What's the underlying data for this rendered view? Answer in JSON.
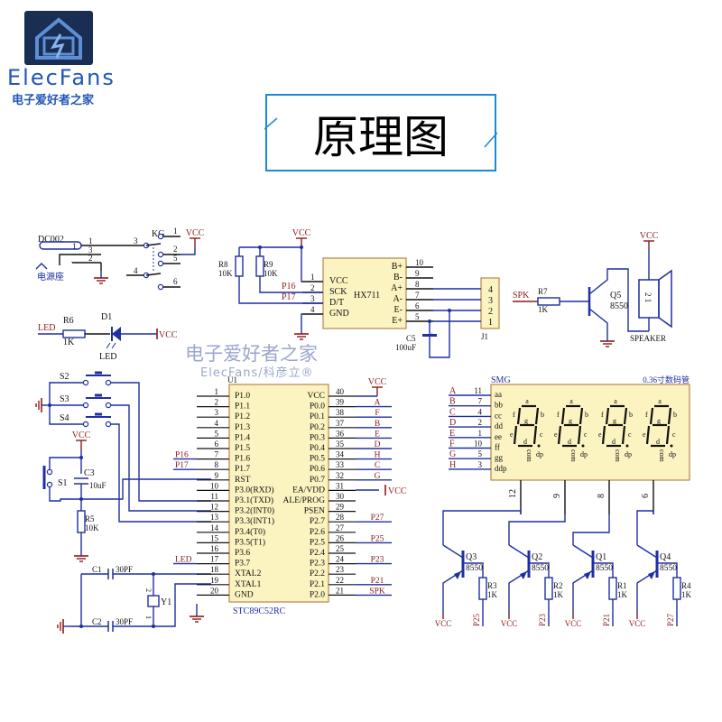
{
  "logo": {
    "brand": "ElecFans",
    "subtitle": "电子爱好者之家"
  },
  "title": "原理图",
  "watermark": {
    "line1": "电子爱好者之家",
    "line2": "ElecFans/科彦立®"
  },
  "colors": {
    "wire": "#1f2f9f",
    "net_label": "#8b1a1a",
    "chip_fill": "#fbf3c0",
    "chip_border": "#b8864a",
    "text": "#111111",
    "brand": "#2256b8"
  },
  "power": {
    "jack": {
      "ref": "DC002",
      "label": "电源座",
      "pins": [
        "1",
        "3",
        "2"
      ]
    },
    "switch": {
      "ref": "KG",
      "pins": [
        "1",
        "2",
        "3",
        "4",
        "5",
        "6"
      ]
    },
    "led": {
      "net": "LED",
      "r_ref": "R6",
      "r_val": "1K",
      "d_ref": "D1",
      "d_label": "LED"
    }
  },
  "hx711": {
    "ref": "HX711",
    "vcc": "VCC",
    "left_pins": [
      {
        "num": "1",
        "name": "VCC"
      },
      {
        "num": "2",
        "name": "SCK"
      },
      {
        "num": "3",
        "name": "D/T"
      },
      {
        "num": "4",
        "name": "GND"
      }
    ],
    "right_pins": [
      {
        "num": "10",
        "name": "B+"
      },
      {
        "num": "9",
        "name": "B-"
      },
      {
        "num": "8",
        "name": "A+"
      },
      {
        "num": "7",
        "name": "A-"
      },
      {
        "num": "6",
        "name": "E-"
      },
      {
        "num": "5",
        "name": "E+"
      }
    ],
    "r8": {
      "ref": "R8",
      "val": "10K"
    },
    "r9": {
      "ref": "R9",
      "val": "10K"
    },
    "nets": [
      "P16",
      "P17"
    ],
    "c5": {
      "ref": "C5",
      "val": "100uF"
    },
    "j1": {
      "ref": "J1",
      "pins": [
        "4",
        "3",
        "2",
        "1"
      ]
    }
  },
  "speaker": {
    "net": "SPK",
    "r_ref": "R7",
    "r_val": "1K",
    "q_ref": "Q5",
    "q_val": "8550",
    "vcc": "VCC",
    "label": "SPEAKER",
    "pins": [
      "1",
      "2"
    ]
  },
  "buttons": {
    "s2": "S2",
    "s3": "S3",
    "s4": "S4",
    "s1": "S1",
    "vcc": "VCC",
    "c3_ref": "C3",
    "c3_val": "10uF",
    "r5_ref": "R5",
    "r5_val": "10K"
  },
  "crystal": {
    "c1_ref": "C1",
    "c1_val": "30PF",
    "c2_ref": "C2",
    "c2_val": "30PF",
    "y_ref": "Y1",
    "pins": [
      "2",
      "1"
    ]
  },
  "mcu": {
    "ref": "U1",
    "part": "STC89C52RC",
    "left": [
      {
        "num": "1",
        "name": "P1.0",
        "net": ""
      },
      {
        "num": "2",
        "name": "P1.1",
        "net": ""
      },
      {
        "num": "3",
        "name": "P1.2",
        "net": ""
      },
      {
        "num": "4",
        "name": "P1.3",
        "net": ""
      },
      {
        "num": "5",
        "name": "P1.4",
        "net": ""
      },
      {
        "num": "6",
        "name": "P1.5",
        "net": ""
      },
      {
        "num": "7",
        "name": "P1.6",
        "net": "P16"
      },
      {
        "num": "8",
        "name": "P1.7",
        "net": "P17"
      },
      {
        "num": "9",
        "name": "RST",
        "net": ""
      },
      {
        "num": "10",
        "name": "P3.0(RXD)",
        "net": ""
      },
      {
        "num": "11",
        "name": "P3.1(TXD)",
        "net": ""
      },
      {
        "num": "12",
        "name": "P3.2(INT0)",
        "net": ""
      },
      {
        "num": "13",
        "name": "P3.3(INT1)",
        "net": ""
      },
      {
        "num": "14",
        "name": "P3.4(T0)",
        "net": ""
      },
      {
        "num": "15",
        "name": "P3.5(T1)",
        "net": ""
      },
      {
        "num": "16",
        "name": "P3.6",
        "net": ""
      },
      {
        "num": "17",
        "name": "P3.7",
        "net": "LED"
      },
      {
        "num": "18",
        "name": "XTAL2",
        "net": ""
      },
      {
        "num": "19",
        "name": "XTAL1",
        "net": ""
      },
      {
        "num": "20",
        "name": "GND",
        "net": ""
      }
    ],
    "right": [
      {
        "num": "40",
        "name": "VCC",
        "net": "VCC"
      },
      {
        "num": "39",
        "name": "P0.0",
        "net": "A"
      },
      {
        "num": "38",
        "name": "P0.1",
        "net": "F"
      },
      {
        "num": "37",
        "name": "P0.2",
        "net": "B"
      },
      {
        "num": "36",
        "name": "P0.3",
        "net": "E"
      },
      {
        "num": "35",
        "name": "P0.4",
        "net": "D"
      },
      {
        "num": "34",
        "name": "P0.5",
        "net": "H"
      },
      {
        "num": "33",
        "name": "P0.6",
        "net": "C"
      },
      {
        "num": "32",
        "name": "P0.7",
        "net": "G"
      },
      {
        "num": "31",
        "name": "EA/VDD",
        "net": "VCC"
      },
      {
        "num": "30",
        "name": "ALE/PROG",
        "net": ""
      },
      {
        "num": "29",
        "name": "PSEN",
        "net": ""
      },
      {
        "num": "28",
        "name": "P2.7",
        "net": "P27"
      },
      {
        "num": "27",
        "name": "P2.6",
        "net": ""
      },
      {
        "num": "26",
        "name": "P2.5",
        "net": "P25"
      },
      {
        "num": "25",
        "name": "P2.4",
        "net": ""
      },
      {
        "num": "24",
        "name": "P2.3",
        "net": "P23"
      },
      {
        "num": "23",
        "name": "P2.2",
        "net": ""
      },
      {
        "num": "22",
        "name": "P2.1",
        "net": "P21"
      },
      {
        "num": "21",
        "name": "P2.0",
        "net": "SPK"
      }
    ]
  },
  "display": {
    "ref": "SMG",
    "desc": "0.36寸数码管",
    "inputs": [
      {
        "net": "A",
        "num": "11",
        "seg": "a"
      },
      {
        "net": "B",
        "num": "7",
        "seg": "b"
      },
      {
        "net": "C",
        "num": "4",
        "seg": "c"
      },
      {
        "net": "D",
        "num": "2",
        "seg": "d"
      },
      {
        "net": "E",
        "num": "1",
        "seg": "e"
      },
      {
        "net": "F",
        "num": "10",
        "seg": "f"
      },
      {
        "net": "G",
        "num": "5",
        "seg": "g"
      },
      {
        "net": "H",
        "num": "3",
        "seg": "dp"
      }
    ],
    "digit_labels": {
      "a": "a",
      "b": "b",
      "c": "c",
      "d": "d",
      "e": "e",
      "f": "f",
      "g": "g",
      "dp": "dp",
      "com": "com"
    },
    "com_pins": [
      "12",
      "9",
      "8",
      "6"
    ],
    "drivers": [
      {
        "q_ref": "Q3",
        "q_val": "8550",
        "r_ref": "R3",
        "r_val": "1K",
        "net": "P25"
      },
      {
        "q_ref": "Q2",
        "q_val": "8550",
        "r_ref": "R2",
        "r_val": "1K",
        "net": "P23"
      },
      {
        "q_ref": "Q1",
        "q_val": "8550",
        "r_ref": "R1",
        "r_val": "1K",
        "net": "P21"
      },
      {
        "q_ref": "Q4",
        "q_val": "8550",
        "r_ref": "R4",
        "r_val": "1K",
        "net": "P27"
      }
    ],
    "vcc": "VCC"
  }
}
